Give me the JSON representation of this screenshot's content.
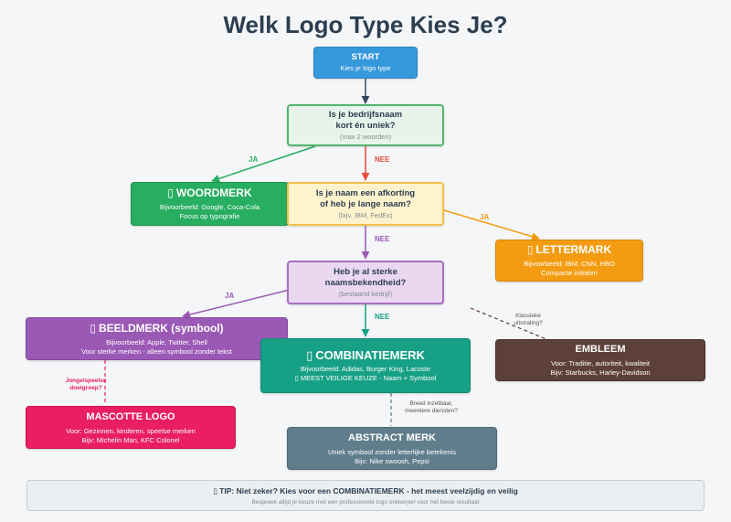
{
  "title": "Welk Logo Type Kies Je?",
  "colors": {
    "start": "#3498db",
    "question_bg": "#e6f4ea",
    "question_border": "#55b36f",
    "q2_bg": "#fff3cd",
    "q2_border": "#f0c04a",
    "q3_bg": "#ead7f0",
    "q3_border": "#a86fc0",
    "woordmerk": "#27ae60",
    "lettermark": "#f39c12",
    "beeldmerk": "#9b59b6",
    "combinatiemerk": "#16a085",
    "embleem": "#5d4037",
    "mascotte": "#e91e63",
    "abstract": "#607d8b",
    "edge_ja": "#27ae60",
    "edge_nee": "#e74c3c"
  },
  "nodes": {
    "start": {
      "title": "START",
      "sub": "Kies je logo type"
    },
    "q1": {
      "line1": "Is je bedrijfsnaam",
      "line2": "kort én uniek?",
      "hint": "(max 2 woorden)"
    },
    "q2": {
      "line1": "Is je naam een afkorting",
      "line2": "of heb je lange naam?",
      "hint": "(bijv. IBM, FedEx)"
    },
    "q3": {
      "line1": "Heb je al sterke",
      "line2": "naamsbekendheid?",
      "hint": "(bestaand bedrijf)"
    },
    "woordmerk": {
      "icon": "▯",
      "title": "WOORDMERK",
      "ex": "Bijvoorbeeld: Google, Coca-Cola",
      "desc": "Focus op typografie"
    },
    "lettermark": {
      "icon": "▯",
      "title": "LETTERMARK",
      "ex": "Bijvoorbeeld: IBM, CNN, HBO",
      "desc": "Compacte initialen"
    },
    "beeldmerk": {
      "icon": "▯",
      "title": "BEELDMERK (symbool)",
      "ex": "Bijvoorbeeld: Apple, Twitter, Shell",
      "desc": "Voor sterke merken - alleen symbool zonder tekst"
    },
    "combinatiemerk": {
      "icon": "▯",
      "title": "COMBINATIEMERK",
      "ex": "Bijvoorbeeld: Adidas, Burger King, Lacoste",
      "desc": "▯ MEEST VEILIGE KEUZE - Naam + Symbool"
    },
    "embleem": {
      "title": "EMBLEEM",
      "ex": "Voor: Traditie, autoriteit, kwaliteit",
      "desc": "Bijv: Starbucks, Harley-Davidson"
    },
    "mascotte": {
      "title": "MASCOTTE LOGO",
      "ex": "Voor: Gezinnen, kinderen, speelse merken",
      "desc": "Bijv: Michelin Man, KFC Colonel"
    },
    "abstract": {
      "title": "ABSTRACT MERK",
      "ex": "Uniek symbool zonder letterlijke betekenis",
      "desc": "Bijv: Nike swoosh, Pepsi"
    }
  },
  "labels": {
    "ja1": "JA",
    "nee1": "NEE",
    "ja2": "JA",
    "nee2": "NEE",
    "ja3": "JA",
    "nee3": "NEE",
    "klassieke_1": "Klassieke",
    "klassieke_2": "uitstraling?",
    "jonge_1": "Jonge/speelse",
    "jonge_2": "doelgroep?",
    "breed_1": "Breed inzetbaar,",
    "breed_2": "meerdere diensten?"
  },
  "tip": {
    "main": "▯ TIP: Niet zeker? Kies voor een COMBINATIEMERK - het meest veelzijdig en veilig",
    "sub": "Bespreek altijd je keuze met een professionele logo ontwerper voor het beste resultaat"
  }
}
